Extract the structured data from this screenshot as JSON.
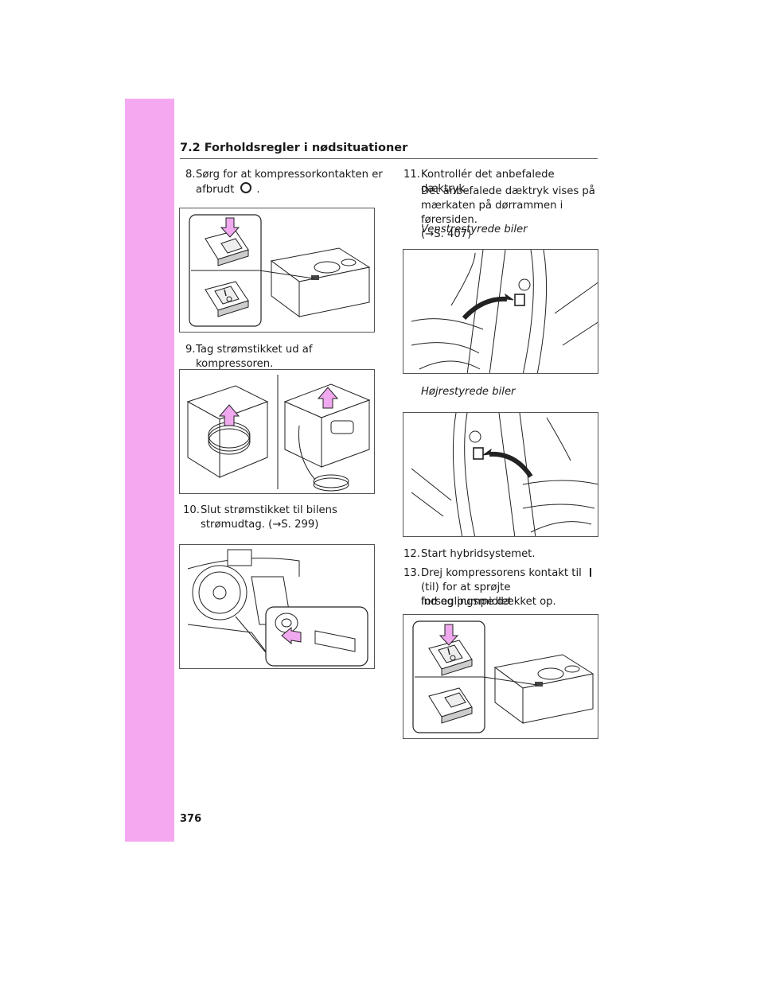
{
  "header": {
    "section_title": "7.2  Forholdsregler i nødsituationer"
  },
  "steps": {
    "s8": {
      "num": "8.",
      "line1": "Sørg for at kompressorkontakten er",
      "line2a": "afbrudt",
      "line2b": "."
    },
    "s9": {
      "num": "9.",
      "text": "Tag strømstikket ud af kompressoren."
    },
    "s10": {
      "num": "10.",
      "line1": "Slut strømstikket til bilens",
      "line2": "strømudtag. (→S. 299)"
    },
    "s11": {
      "num": "11.",
      "text": "Kontrollér det anbefalede dæktryk."
    },
    "s11_note": {
      "line1": "Det anbefalede dæktryk vises på",
      "line2": "mærkaten på dørrammen i førersiden.",
      "line3": "(→S. 407)"
    },
    "s11_left": "Venstrestyrede biler",
    "s11_right": "Højrestyrede biler",
    "s12": {
      "num": "12.",
      "text": "Start hybridsystemet."
    },
    "s13": {
      "num": "13.",
      "line1": "Drej kompressorens kontakt til",
      "line2": "(til) for at sprøjte forseglingsmidlet",
      "line3": "ind og pumpe dækket op."
    }
  },
  "footer": {
    "page_number": "376"
  },
  "colors": {
    "sidebar": "#f5a8f0",
    "arrow": "#f0a8ee"
  }
}
